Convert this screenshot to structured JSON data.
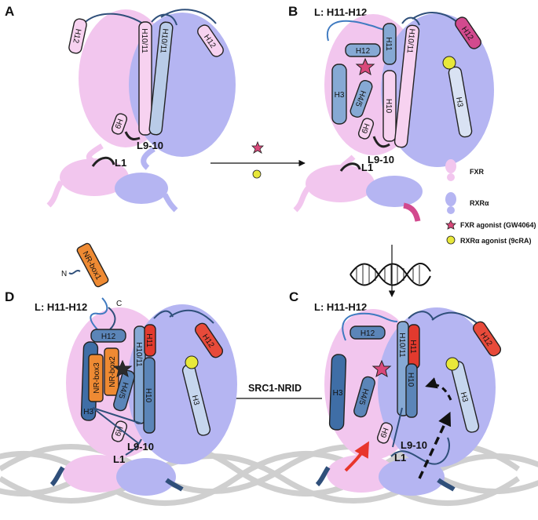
{
  "panels": {
    "A": {
      "label": "A",
      "helices": {
        "h12_fxr": "H12",
        "h10_11_fxr": "H10/11",
        "h10_11_rxr": "H10/11",
        "h12_rxr": "H12",
        "h9": "H9"
      },
      "loops": {
        "l9_10": "L9-10",
        "l1": "L1"
      }
    },
    "B": {
      "label": "B",
      "loop_h11_h12": "L: H11-H12",
      "helices": {
        "h12_fxr": "H12",
        "h11": "H11",
        "h10": "H10",
        "h3_fxr": "H3",
        "h4_5": "H4/5",
        "h9": "H9",
        "h10_11_rxr": "H10/11",
        "h12_rxr": "H12",
        "h3_rxr": "H3"
      },
      "loops": {
        "l9_10": "L9-10",
        "l1": "L1"
      }
    },
    "C": {
      "label": "C",
      "loop_h11_h12": "L: H11-H12",
      "helices": {
        "h12_fxr": "H12",
        "h10_11": "H10/11",
        "h11": "H11",
        "h10": "H10",
        "h3_fxr": "H3",
        "h4_5": "H4/5",
        "h9": "H9",
        "h12_rxr": "H12",
        "h3_rxr": "H3"
      },
      "loops": {
        "l9_10": "L9-10",
        "l1": "L1"
      }
    },
    "D": {
      "label": "D",
      "loop_h11_h12": "L: H11-H12",
      "n_term": "N",
      "c_term": "C",
      "helices": {
        "h12_fxr": "H12",
        "h10_11": "H10/11",
        "h11": "H11",
        "h10": "H10",
        "h3_fxr": "H3",
        "h4_5": "H4/5",
        "h9": "H9",
        "h12_rxr": "H12",
        "h3_rxr": "H3",
        "nrbox1": "NR-box1",
        "nrbox2": "NR-box2",
        "nrbox3": "NR-box3"
      },
      "loops": {
        "l9_10": "L9-10",
        "l1": "L1"
      }
    }
  },
  "arrows": {
    "a_to_b": "",
    "b_to_c": "",
    "c_to_d": "SRC1-NRID"
  },
  "legend": {
    "fxr": "FXR",
    "rxr": "RXRα",
    "fxr_agonist": "FXR agonist (GW4064)",
    "rxr_agonist": "RXRα agonist (9cRA)"
  },
  "colors": {
    "fxr": "#f2c6ee",
    "rxr": "#b5b5f2",
    "fxr_helix": "#f7d2f0",
    "rxr_helix_light": "#b9cce8",
    "rxr_helix_dark": "#5b85b8",
    "h11_red": "#e23a2e",
    "h12_rxr_red": "#e84a3a",
    "h12_b_magenta": "#d24a8e",
    "nrbox": "#ee8a33",
    "fxr_agonist": "#d9487a",
    "rxr_agonist": "#e8e83a",
    "loop_stroke": "#2f4f7a",
    "dna": "#c8c8c8"
  }
}
